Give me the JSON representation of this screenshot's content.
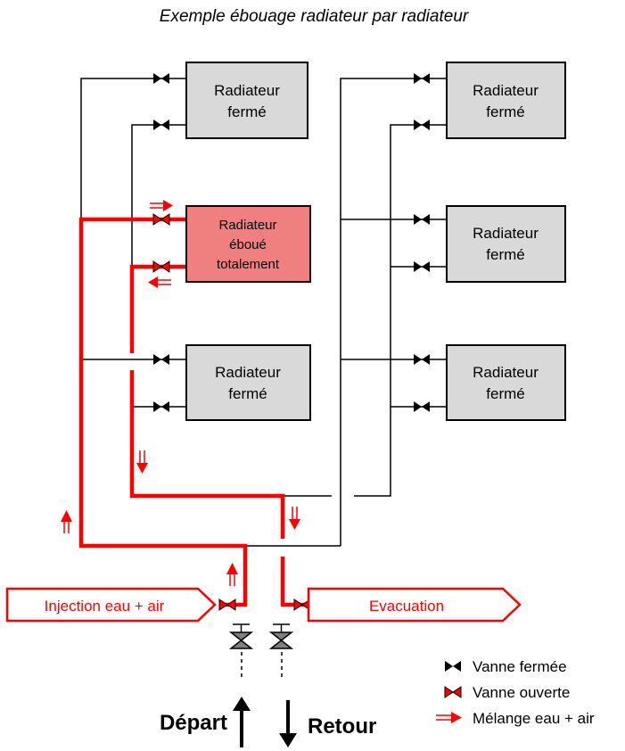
{
  "title": "Exemple ébouage radiateur par radiateur",
  "radiators": {
    "left_top": {
      "line1": "Radiateur",
      "line2": "fermé"
    },
    "left_mid": {
      "line1": "Radiateur",
      "line2": "éboué",
      "line3": "totalement"
    },
    "left_bottom": {
      "line1": "Radiateur",
      "line2": "fermé"
    },
    "right_top": {
      "line1": "Radiateur",
      "line2": "fermé"
    },
    "right_mid": {
      "line1": "Radiateur",
      "line2": "fermé"
    },
    "right_bottom": {
      "line1": "Radiateur",
      "line2": "fermé"
    }
  },
  "injection_label": "Injection eau + air",
  "evacuation_label": "Evacuation",
  "depart_label": "Départ",
  "retour_label": "Retour",
  "legend": {
    "closed_valve": "Vanne fermée",
    "open_valve": "Vanne ouverte",
    "mix_arrow": "Mélange eau + air"
  },
  "colors": {
    "flow_red": "#ff0000",
    "radiator_gray": "#d9d9d9",
    "radiator_pink": "#f08080",
    "valve_black": "#000000"
  }
}
